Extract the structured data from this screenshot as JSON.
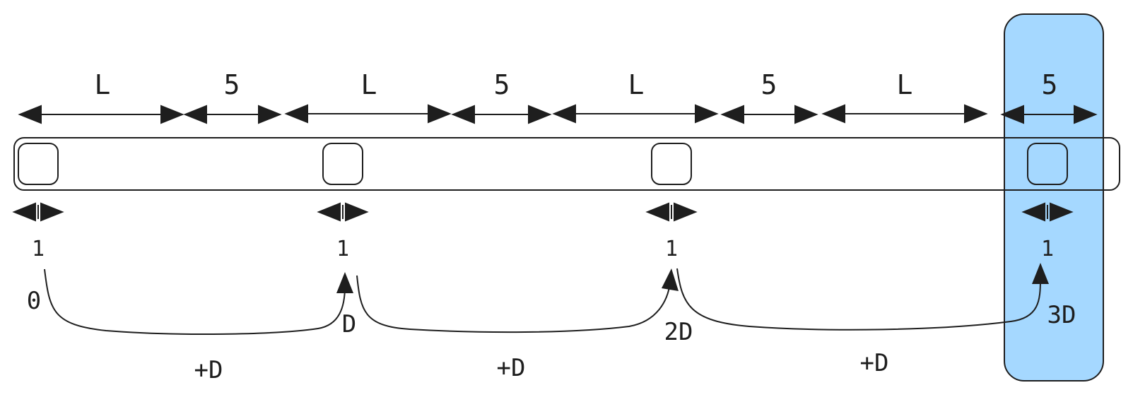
{
  "top_labels": [
    "L",
    "5",
    "L",
    "5",
    "L",
    "5",
    "L",
    "5"
  ],
  "slot_labels": [
    "1",
    "1",
    "1",
    "1"
  ],
  "offset_labels": [
    "0",
    "D",
    "2D",
    "3D"
  ],
  "step_labels": [
    "+D",
    "+D",
    "+D"
  ],
  "colors": {
    "ink": "#1e1e1e",
    "highlight_fill": "#a5d8ff",
    "highlight_stroke": "#1e1e1e",
    "background": "#ffffff"
  }
}
